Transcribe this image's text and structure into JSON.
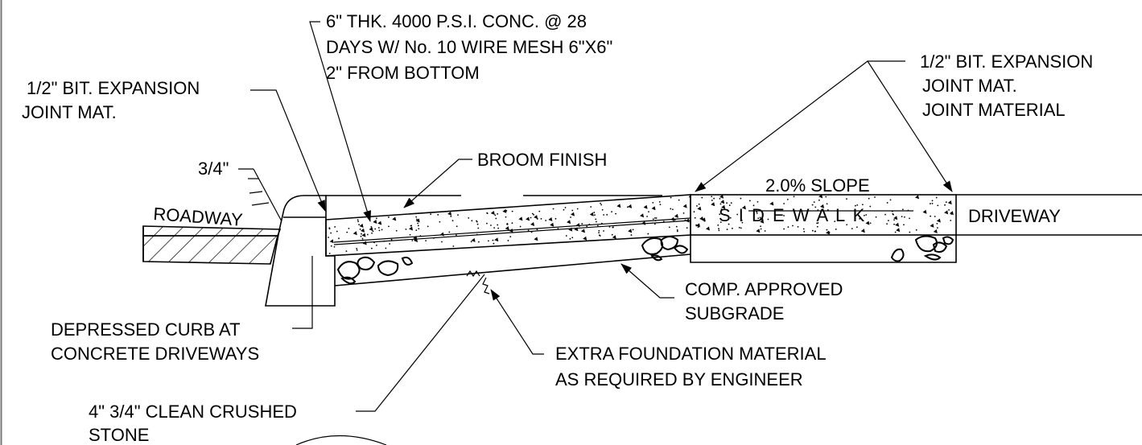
{
  "labels": {
    "conc_1": "6\"  THK. 4000 P.S.I. CONC. @ 28",
    "conc_2": "DAYS W/ No. 10 WIRE MESH 6\"X6\"",
    "conc_3": "2\"  FROM BOTTOM",
    "left_joint_1": "1/2\"  BIT. EXPANSION",
    "left_joint_2": "JOINT MAT.",
    "right_joint_1": "1/2\"  BIT. EXPANSION",
    "right_joint_2": "JOINT MAT.",
    "right_joint_3": "JOINT MATERIAL",
    "three_quarter": "3/4\"",
    "broom_finish": "BROOM FINISH",
    "slope": "2.0% SLOPE",
    "roadway": "ROADWAY",
    "sidewalk": "S I D E W A L K",
    "driveway": "DRIVEWAY",
    "comp_1": "COMP. APPROVED",
    "comp_2": "SUBGRADE",
    "depressed_1": "DEPRESSED CURB AT",
    "depressed_2": "CONCRETE DRIVEWAYS",
    "extra_1": "EXTRA FOUNDATION MATERIAL",
    "extra_2": "AS REQUIRED BY ENGINEER",
    "stone_1": "4\"  3/4\" CLEAN CRUSHED",
    "stone_2": "STONE"
  }
}
